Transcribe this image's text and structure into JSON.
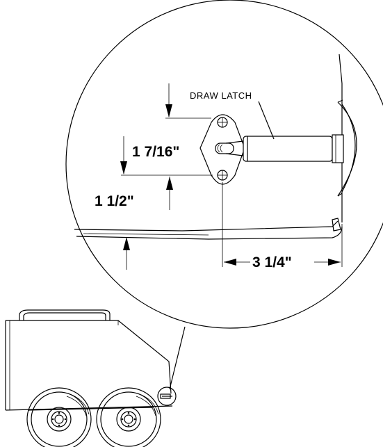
{
  "labels": {
    "callout": "DRAW LATCH",
    "dim_vertical_upper": "1 7/16\"",
    "dim_vertical_lower": "1 1/2\"",
    "dim_horizontal": "3 1/4\""
  },
  "colors": {
    "ink": "#000000",
    "paper": "#ffffff"
  }
}
